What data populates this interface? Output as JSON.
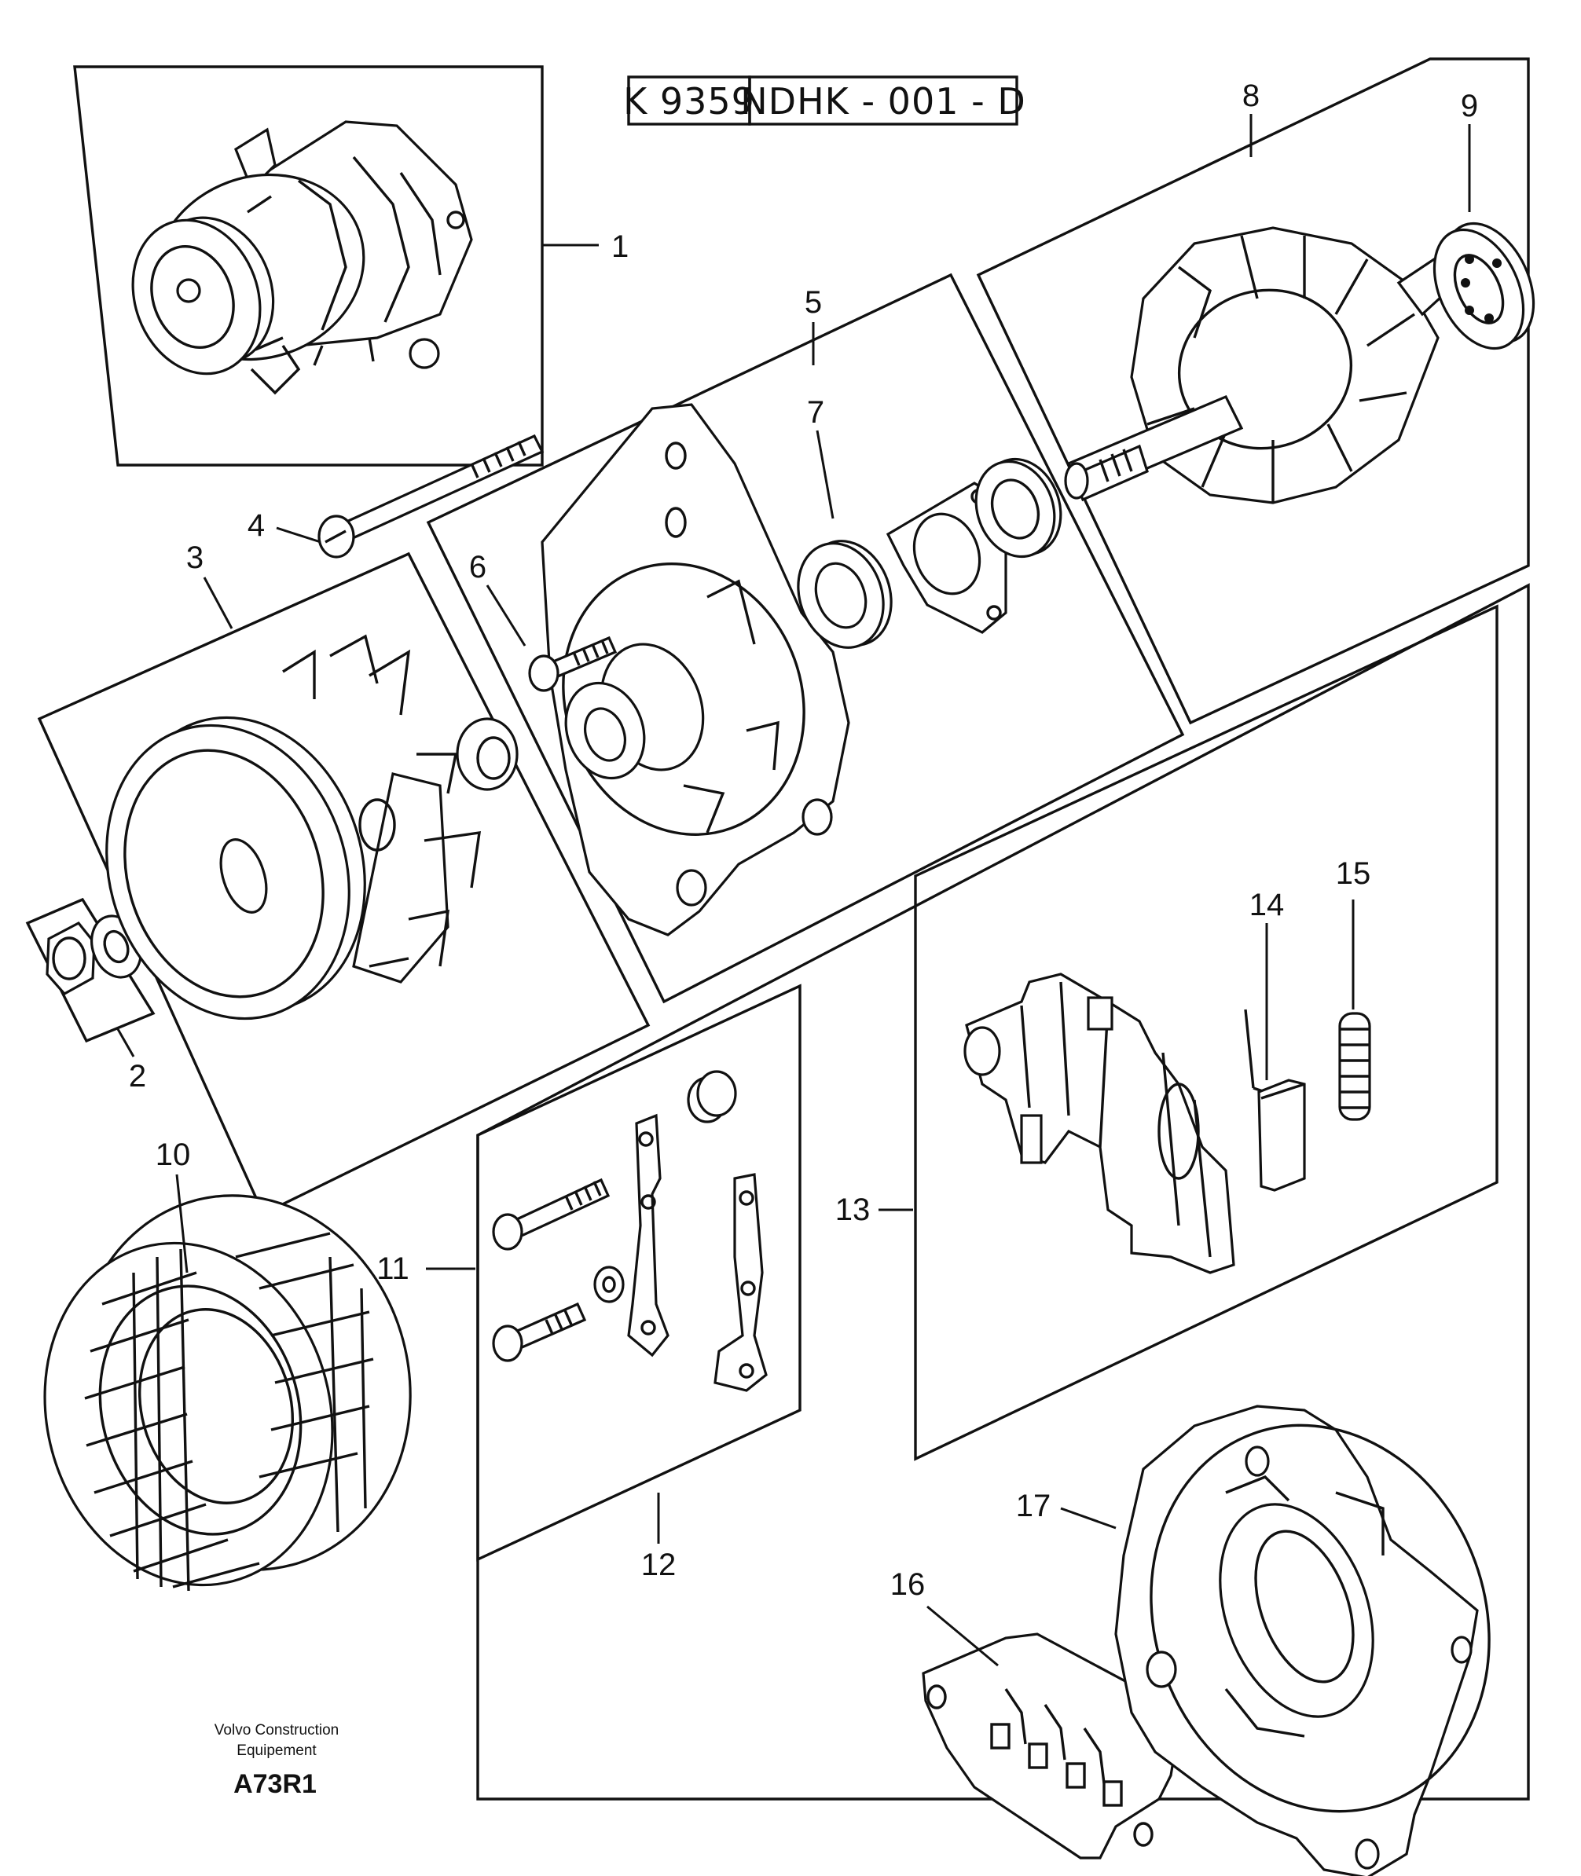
{
  "header": {
    "catalog_ref": "K 9359",
    "drawing_code": "NDHK - 001 - D"
  },
  "callouts": {
    "c1": "1",
    "c2": "2",
    "c3": "3",
    "c4": "4",
    "c5": "5",
    "c6": "6",
    "c7": "7",
    "c8": "8",
    "c9": "9",
    "c10": "10",
    "c11": "11",
    "c12": "12",
    "c13": "13",
    "c14": "14",
    "c15": "15",
    "c16": "16",
    "c17": "17"
  },
  "footer": {
    "line1": "Volvo Construction",
    "line2": "Equipement",
    "code": "A73R1"
  }
}
